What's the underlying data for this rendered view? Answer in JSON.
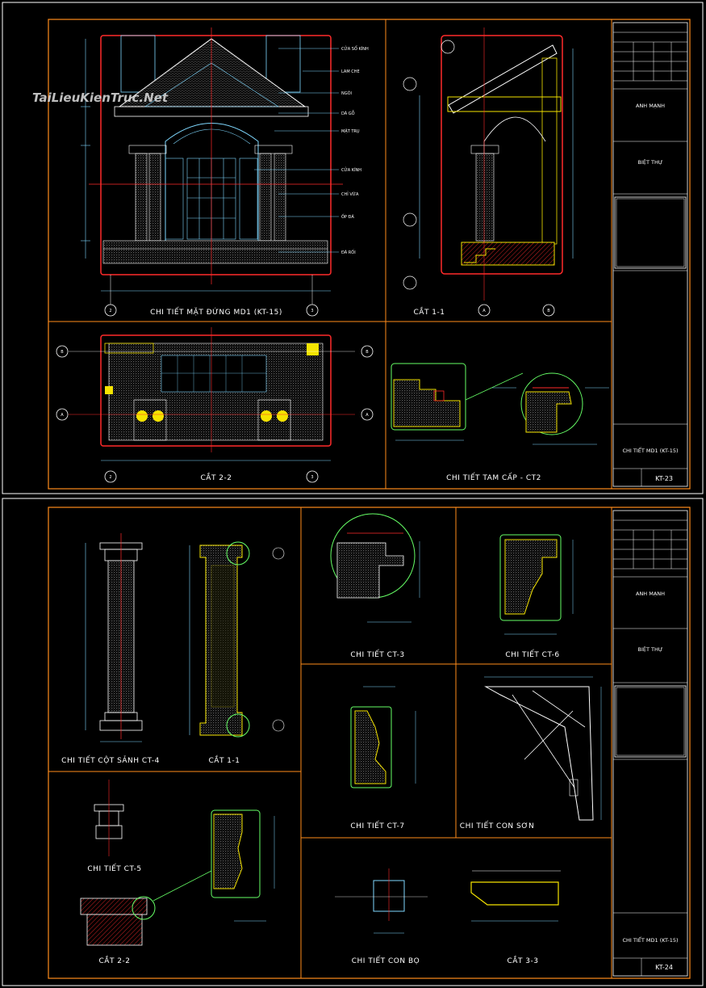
{
  "watermark": "TaiLieuKienTruc.Net",
  "sheet1": {
    "titles": {
      "elevation": "CHI TIẾT MẶT ĐỨNG MD1 (KT-15)",
      "section11": "CẮT 1-1",
      "section22": "CẮT 2-2",
      "stair": "CHI TIẾT TAM CẤP - CT2"
    },
    "notes": [
      "CỬA SỔ KÍNH",
      "LAM CHE",
      "NGÓI",
      "DÀ GỖ",
      "MẶT TRỤ",
      "CỬA KÍNH",
      "CHỈ VỮA",
      "ỐP ĐÁ",
      "ĐÁ RỐI"
    ],
    "axes": [
      "2",
      "3",
      "A",
      "B"
    ],
    "titleblock": {
      "client": "ANH MẠNH",
      "project": "BIỆT THỰ",
      "drawing": "CHI TIẾT MD1 (KT-15)",
      "sheet": "KT-23"
    }
  },
  "sheet2": {
    "titles": {
      "column": "CHI TIẾT CỘT SẢNH CT-4",
      "section11": "CẮT 1-1",
      "ct3": "CHI TIẾT CT-3",
      "ct6": "CHI TIẾT CT-6",
      "ct7": "CHI TIẾT CT-7",
      "console": "CHI TIẾT CON SƠN",
      "ct5": "CHI TIẾT CT-5",
      "section22": "CẮT 2-2",
      "bracket": "CHI TIẾT CON BỌ",
      "section33": "CẮT 3-3"
    },
    "titleblock": {
      "client": "ANH MẠNH",
      "project": "BIỆT THỰ",
      "drawing": "CHI TIẾT MD1 (KT-15)",
      "sheet": "KT-24"
    }
  },
  "colors": {
    "frame": "#ff8c1a",
    "red": "#ff2a2a",
    "yellow": "#f5e400",
    "green": "#66ff66",
    "cyan": "#7fd8ff",
    "white": "#ffffff"
  }
}
